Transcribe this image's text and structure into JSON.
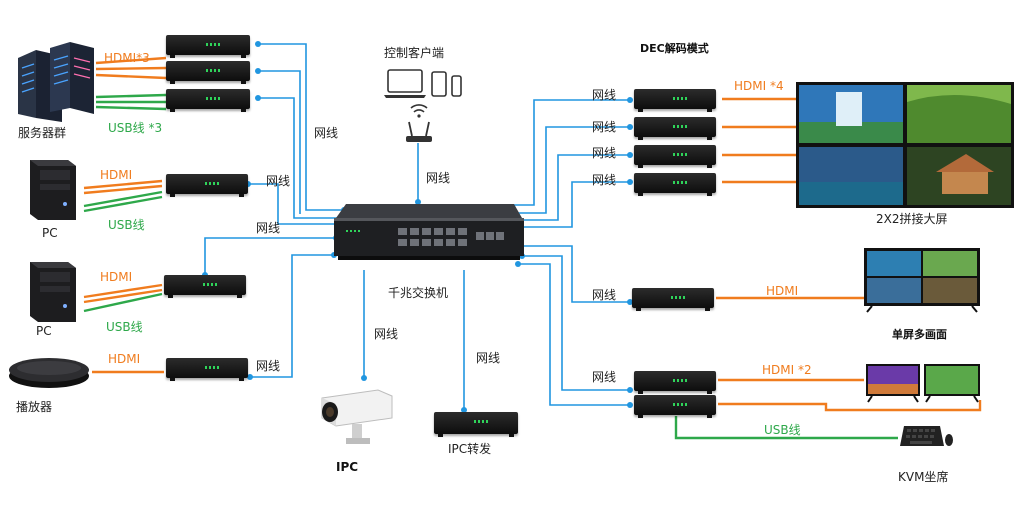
{
  "labels": {
    "server_cluster": "服务器群",
    "pc1": "PC",
    "pc2": "PC",
    "player": "播放器",
    "hdmi_x3": "HDMI*3",
    "usb_x3": "USB线 *3",
    "hdmi_pc1": "HDMI",
    "usb_pc1": "USB线",
    "hdmi_pc2": "HDMI",
    "usb_pc2": "USB线",
    "hdmi_player": "HDMI",
    "net_left_top": "网线",
    "net_left_pc1": "网线",
    "net_left_pc2": "网线",
    "net_left_player": "网线",
    "control_client": "控制客户端",
    "net_router": "网线",
    "switch": "千兆交换机",
    "net_ipc": "网线",
    "net_ipc_fwd": "网线",
    "ipc": "IPC",
    "ipc_forward": "IPC转发",
    "dec_mode": "DEC解码模式",
    "net_dec1": "网线",
    "net_dec2": "网线",
    "net_dec3": "网线",
    "net_dec4": "网线",
    "hdmi_x4": "HDMI *4",
    "wall_2x2": "2X2拼接大屏",
    "net_single": "网线",
    "hdmi_single": "HDMI",
    "single_multi": "单屏多画面",
    "net_kvm": "网线",
    "hdmi_x2": "HDMI *2",
    "usb_kvm": "USB线",
    "kvm_seat": "KVM坐席"
  },
  "colors": {
    "network": "#2196e0",
    "hdmi": "#f07c1e",
    "usb": "#2ea84a"
  }
}
